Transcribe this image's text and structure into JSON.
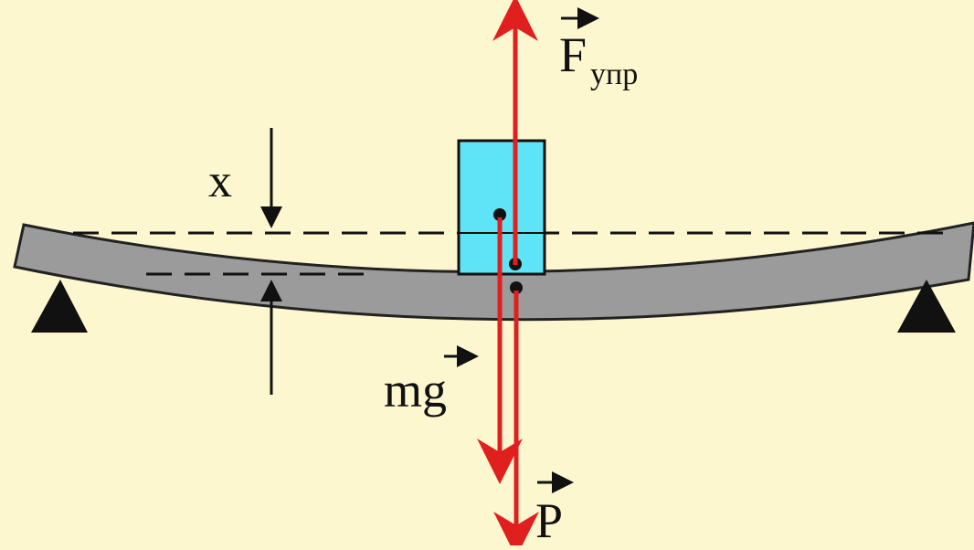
{
  "colors": {
    "background": "#fdf7cf",
    "beam": "#9b9b9b",
    "block": "#5fe3f7",
    "force_arrows": "#e01f1f",
    "ink": "#111111"
  },
  "labels": {
    "deflection": "x",
    "elastic_force_symbol": "F",
    "elastic_force_subscript": "упр",
    "gravity": "mg",
    "weight": "P"
  },
  "icons": {
    "support_left": "triangle-support-icon",
    "support_right": "triangle-support-icon",
    "vector_arrow": "vector-arrow-icon"
  }
}
